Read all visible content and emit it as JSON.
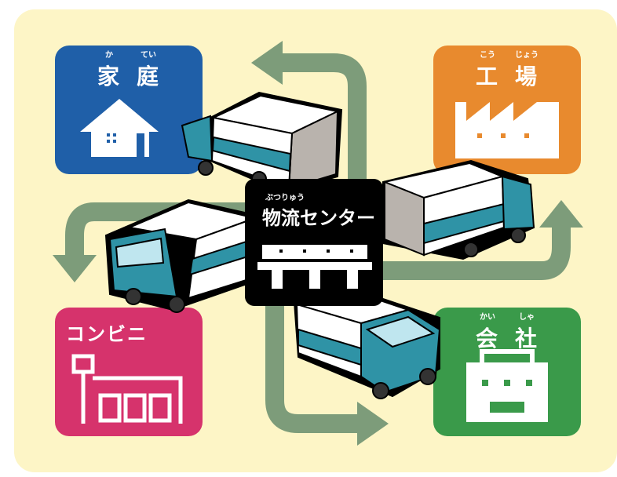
{
  "nodes": {
    "home": {
      "chars": [
        {
          "kanji": "家",
          "ruby": "か"
        },
        {
          "kanji": "庭",
          "ruby": "てい"
        }
      ],
      "color": "#1f5fa8",
      "icon": "house-icon"
    },
    "factory": {
      "chars": [
        {
          "kanji": "工",
          "ruby": "こう"
        },
        {
          "kanji": "場",
          "ruby": "じょう"
        }
      ],
      "color": "#e88a2e",
      "icon": "factory-icon"
    },
    "convenience_store": {
      "label": "コンビニ",
      "color": "#d6336c",
      "icon": "store-icon"
    },
    "company": {
      "chars": [
        {
          "kanji": "会",
          "ruby": "かい"
        },
        {
          "kanji": "社",
          "ruby": "しゃ"
        }
      ],
      "color": "#3a9a4a",
      "icon": "office-icon"
    }
  },
  "center": {
    "label": "物流センター",
    "ruby": "ぶつりゅう",
    "icon": "warehouse-icon"
  },
  "colors": {
    "background": "#fdf5c6",
    "arrow": "#7d9c7a",
    "truck_teal": "#2f93a6"
  }
}
